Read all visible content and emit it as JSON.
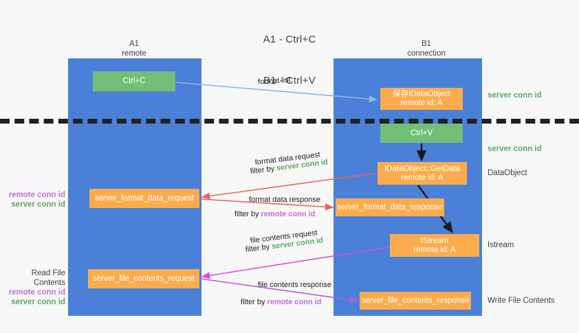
{
  "title": {
    "line1": "A1 - Ctrl+C",
    "line2": "B1 - Ctrl+V"
  },
  "columns": [
    {
      "name": "A1",
      "role": "remote"
    },
    {
      "name": "B1",
      "role": "connection"
    }
  ],
  "boxes": {
    "ctrl_c": {
      "label": "Ctrl+C",
      "color": "#72bf78"
    },
    "save_idataobject": {
      "line1": "保存IDataObject",
      "line2": "remote id: A",
      "color": "#fcac4d"
    },
    "ctrl_v": {
      "label": "Ctrl+V",
      "color": "#72bf78"
    },
    "idataobject_getdata": {
      "line1": "IDataObject::GetData",
      "line2": "remote id: A",
      "color": "#fcac4d"
    },
    "server_format_data_request": {
      "label": "server_format_data_request",
      "color": "#fcac4d"
    },
    "server_format_data_response": {
      "label": "server_format_data_response",
      "color": "#fcac4d"
    },
    "istream": {
      "line1": "IStream",
      "line2": "remote id: A",
      "color": "#fcac4d"
    },
    "server_file_contents_request": {
      "label": "server_file_contents_request",
      "color": "#fcac4d"
    },
    "server_file_contents_response": {
      "label": "server_file_contents_response",
      "color": "#fcac4d"
    }
  },
  "arrow_labels": {
    "format_list": "format list",
    "format_data_request": "format data request",
    "filter_by": "filter by",
    "server_conn_id": "server conn id",
    "remote_conn_id": "remote conn id",
    "format_data_response": "format data response",
    "file_contents_request": "file contents request",
    "file_contents_response": "file contents response"
  },
  "side_labels": {
    "server_conn_id_top": "server conn id",
    "server_conn_id_mid": "server conn id",
    "dataobject": "DataObject",
    "istream": "Istream",
    "write_file_contents": "Write File Contents",
    "read_file_contents": "Read File Contents",
    "remote_conn_id": "remote conn id",
    "server_conn_id": "server conn id"
  },
  "colors": {
    "panel_blue": "#4a80d8",
    "box_green": "#72bf78",
    "box_orange": "#fcac4d",
    "conn_green": "#5aaa64",
    "conn_purple": "#c070d8",
    "arrow_blue": "#8ab4e8",
    "arrow_red": "#e8635f",
    "arrow_magenta": "#d94ed0",
    "arrow_purple": "#b060d0",
    "arrow_black": "#1a1a1a",
    "separator": "#212121",
    "background": "#f7f7f7"
  }
}
